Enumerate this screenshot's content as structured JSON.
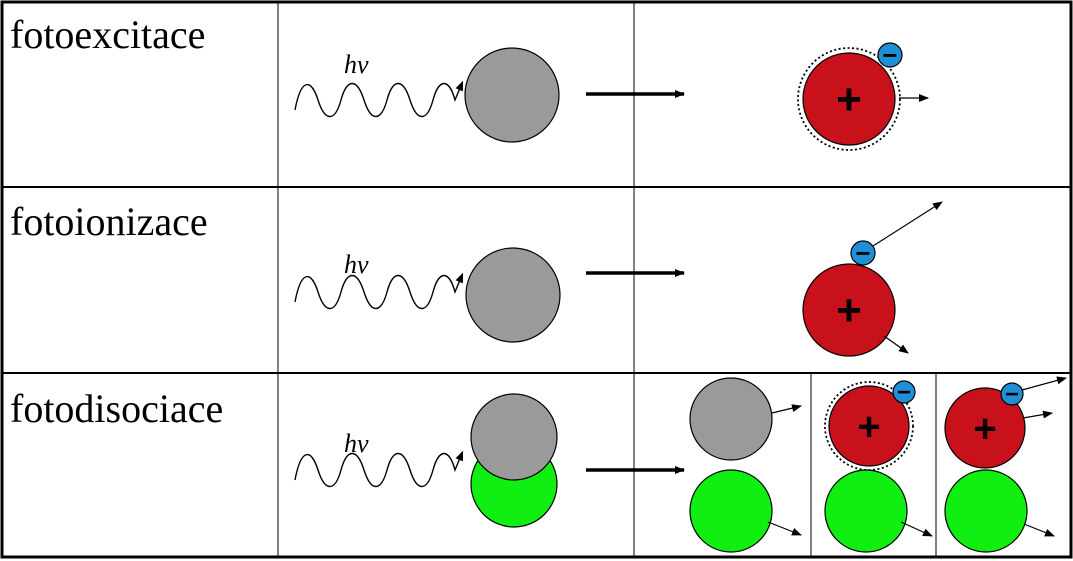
{
  "rows": [
    {
      "label": "fotoexcitace",
      "photon_label": "hν"
    },
    {
      "label": "fotoionizace",
      "photon_label": "hν"
    },
    {
      "label": "fotodisociace",
      "photon_label": "hν"
    }
  ],
  "symbols": {
    "positive": "+",
    "negative": "−"
  },
  "colors": {
    "neutral_particle": "#9a9a9a",
    "ion": "#c8111a",
    "electron": "#1f8fd8",
    "fragment": "#11ee11",
    "line": "#000000"
  }
}
